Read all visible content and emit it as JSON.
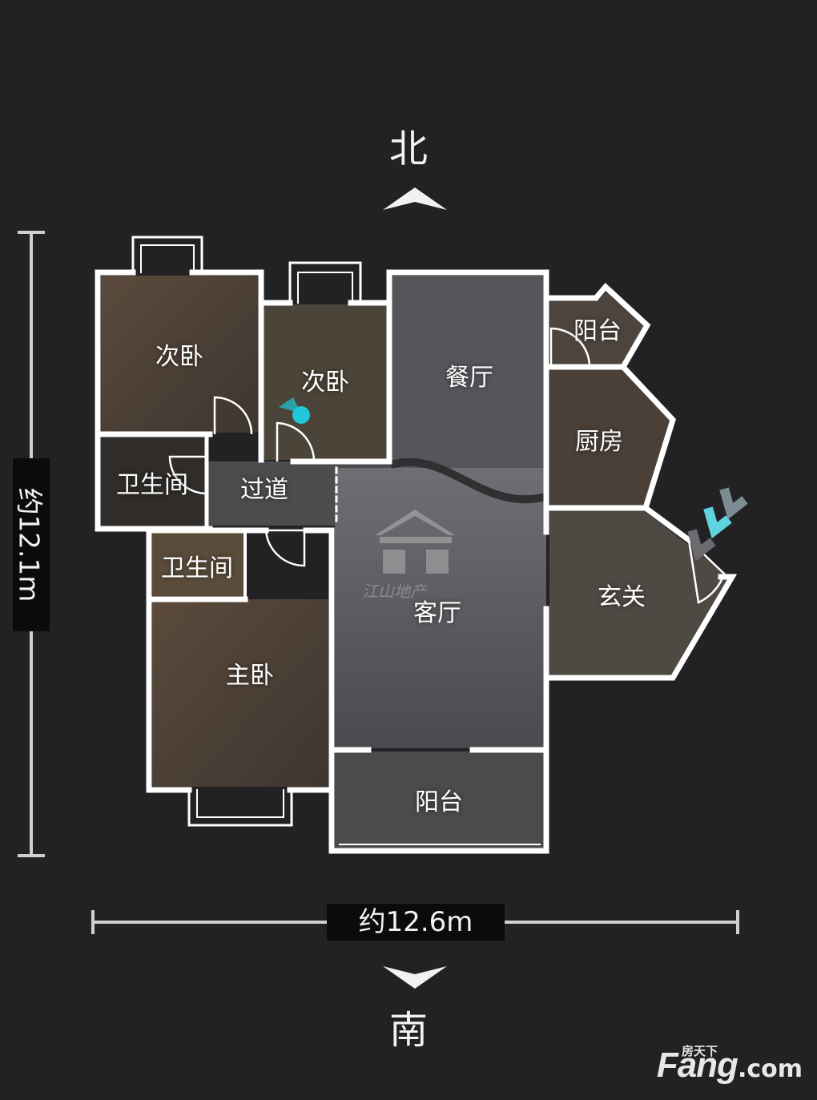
{
  "compass": {
    "north": "北",
    "south": "南"
  },
  "dimensions": {
    "width": "约12.6m",
    "height": "约12.1m"
  },
  "rooms": {
    "bedroom_nw": "次卧",
    "bedroom_n": "次卧",
    "dining": "餐厅",
    "balcony_ne": "阳台",
    "kitchen": "厨房",
    "bathroom_w": "卫生间",
    "corridor": "过道",
    "bathroom_sw": "卫生间",
    "living": "客厅",
    "entrance": "玄关",
    "master_bedroom": "主卧",
    "balcony_s": "阳台"
  },
  "watermark": "江山地产",
  "logo": {
    "top": "房天下",
    "main": "Fang",
    "suffix": ".com"
  },
  "colors": {
    "background": "#222225",
    "wall": "#ffffff",
    "location_marker": "#1fc8d8",
    "entrance_arrow": "#5fd3e0"
  }
}
